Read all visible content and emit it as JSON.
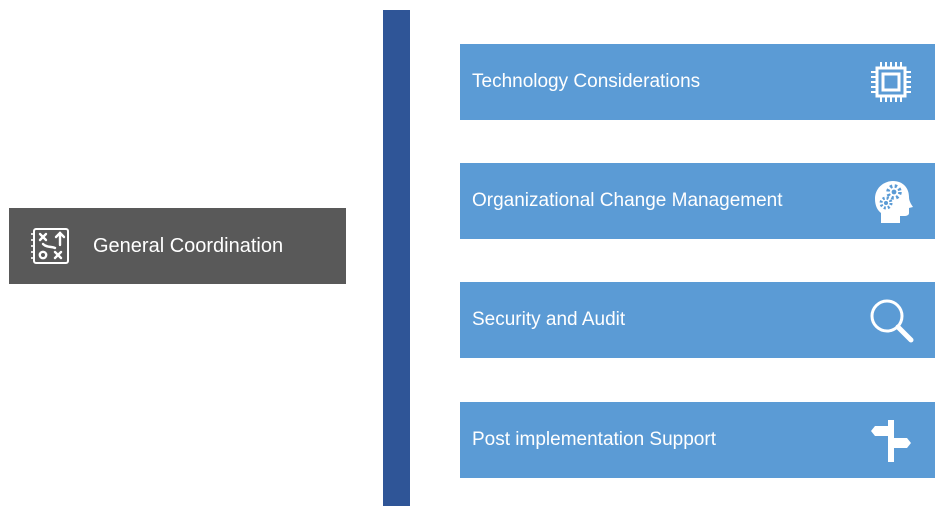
{
  "coordination": {
    "label": "General Coordination",
    "icon": "strategy-board-icon"
  },
  "items": [
    {
      "label": "Technology Considerations",
      "icon": "chip-icon"
    },
    {
      "label": "Organizational Change Management",
      "icon": "head-gears-icon"
    },
    {
      "label": "Security and Audit",
      "icon": "magnifier-icon"
    },
    {
      "label": "Post implementation Support",
      "icon": "signpost-icon"
    }
  ],
  "colors": {
    "coordination_box": "#595959",
    "divider": "#2f5597",
    "item_box": "#5b9bd5",
    "text": "#ffffff"
  }
}
